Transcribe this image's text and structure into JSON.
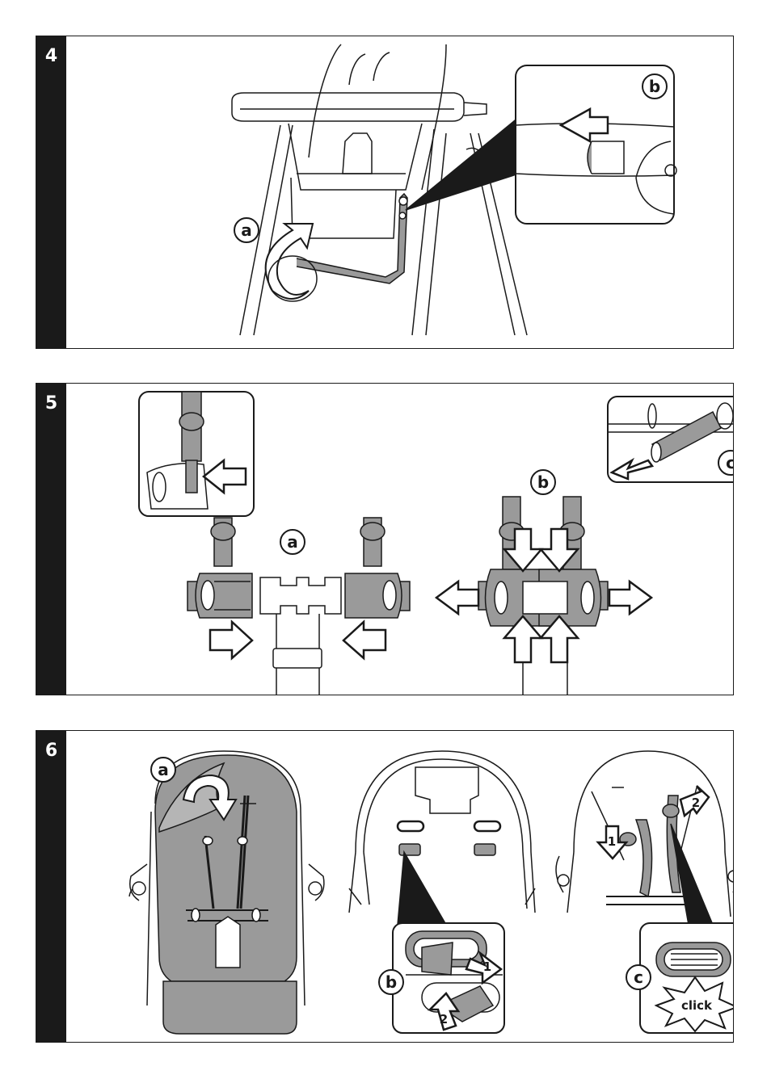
{
  "steps": [
    {
      "number": "4",
      "callouts": [
        "a",
        "b"
      ]
    },
    {
      "number": "5",
      "callouts": [
        "a",
        "b",
        "c"
      ]
    },
    {
      "number": "6",
      "callouts": [
        "a",
        "b",
        "c"
      ],
      "sub_steps": [
        "1",
        "2",
        "1",
        "2"
      ],
      "click_label": "click"
    }
  ],
  "colors": {
    "ink": "#1a1a1a",
    "tab": "#1a1a1a",
    "fabric": "#9a9a9a",
    "strap": "#888888",
    "light": "#d9d9d9"
  }
}
